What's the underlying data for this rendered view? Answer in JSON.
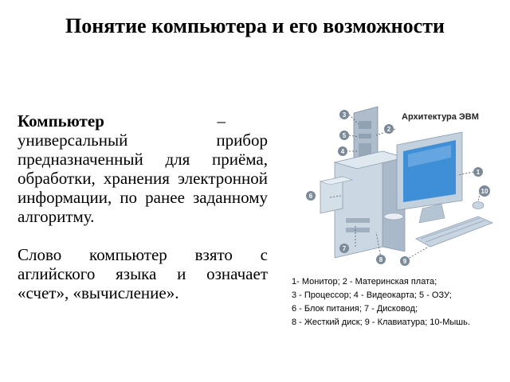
{
  "title": "Понятие компьютера и его возможности",
  "definition": {
    "term": "Компьютер",
    "dash": "–",
    "body": "универсальный прибор предназначенный для приёма, обработки, хранения электронной информации, по ранее заданному алгоритму."
  },
  "origin_text": "Слово компьютер взято с аглийского языка и означает «счет», «вычисление».",
  "diagram": {
    "title": "Архитектура ЭВМ",
    "callouts": [
      "1",
      "2",
      "3",
      "4",
      "5",
      "6",
      "7",
      "8",
      "9",
      "10"
    ]
  },
  "legend": [
    "1- Монитор; 2 - Материнская плата;",
    "3 - Процессор; 4 - Видеокарта; 5 - ОЗУ;",
    "6 - Блок питания; 7 - Дисковод;",
    "8 - Жесткий диск; 9 - Клавиатура; 10-Мышь."
  ],
  "colors": {
    "case": "#c9d6e2",
    "case_dark": "#9fb0c0",
    "screen": "#3f8fd6",
    "callout": "#7a8a98"
  }
}
